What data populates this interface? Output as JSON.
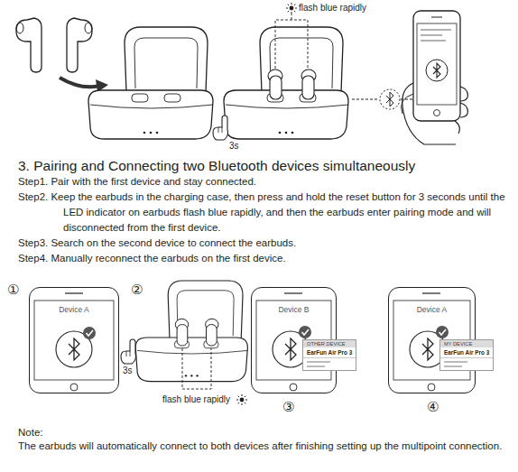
{
  "diagram": {
    "title": "3. Pairing and Connecting two Bluetooth devices simultaneously",
    "nodes": [
      {
        "text": [
          "Device A"
        ]
      },
      {
        "text": [
          "Device B"
        ]
      },
      {
        "text": [
          "OTHER DEVICE",
          "EarFun Air Pro 3"
        ]
      },
      {
        "text": [
          "Device A"
        ]
      },
      {
        "text": [
          "MY DEVICE",
          "EarFun Air Pro 3"
        ]
      }
    ],
    "labels": [
      "flash blue rapidly",
      "3s",
      "Step1. Pair with the first device and stay connected.",
      "Step2. Keep the earbuds in the charging case, then press and hold the reset button for 3 seconds until the LED indicator on earbuds flash blue rapidly, and then the earbuds enter pairing mode and will disconnected from the first device.",
      "Step3. Search on the second device to connect the earbuds.",
      "Step4. Manually reconnect the earbuds on the first device.",
      "①",
      "②",
      "3s",
      "flash blue rapidly",
      "③",
      "④",
      "Note:",
      "The earbuds will automatically connect to both devices after finishing setting up the multipoint connection."
    ]
  }
}
